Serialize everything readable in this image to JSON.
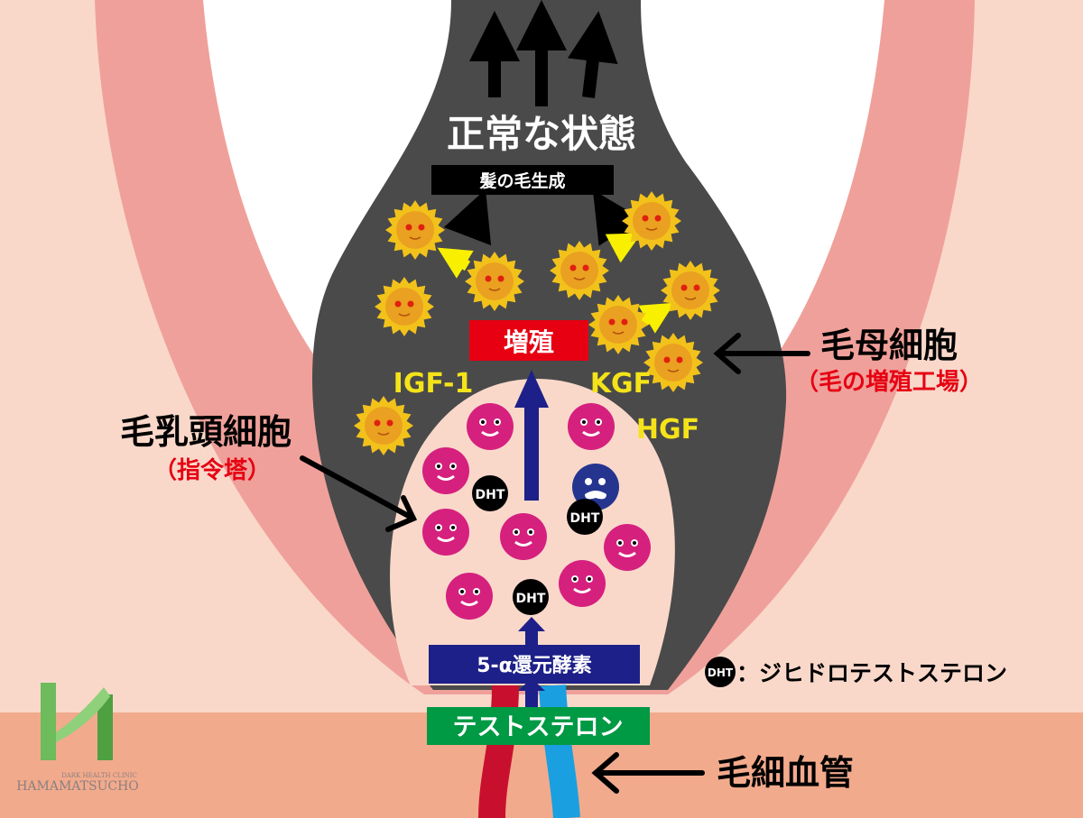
{
  "title": "正常な状態",
  "hair_generation": "髪の毛生成",
  "proliferation": "増殖",
  "growth_factors": [
    "IGF-1",
    "KGF",
    "HGF"
  ],
  "hair_matrix_cell": {
    "name": "毛母細胞",
    "note": "（毛の増殖工場）"
  },
  "dermal_papilla_cell": {
    "name": "毛乳頭細胞",
    "note": "（指令塔）"
  },
  "enzyme": "5-α還元酵素",
  "testosterone": "テストステロン",
  "capillary": "毛細血管",
  "dht_label": "DHT",
  "legend": {
    "symbol": "DHT",
    "text": "：ジヒドロテストステロン"
  },
  "logo": {
    "line1": "DARK HEALTH CLINIC",
    "line2": "HAMAMATSUCHO"
  },
  "colors": {
    "skin_light": "#f9d8ca",
    "skin_dark": "#f2aa8c",
    "follicle_outer": "#f0a09a",
    "bulb": "#4a4a4a",
    "papilla": "#f9d8ca",
    "red_box": "#e60012",
    "navy": "#1d2088",
    "green": "#009944",
    "yellow_text": "#f5e31a",
    "artery": "#c8102e",
    "vein": "#1aa0e0"
  }
}
